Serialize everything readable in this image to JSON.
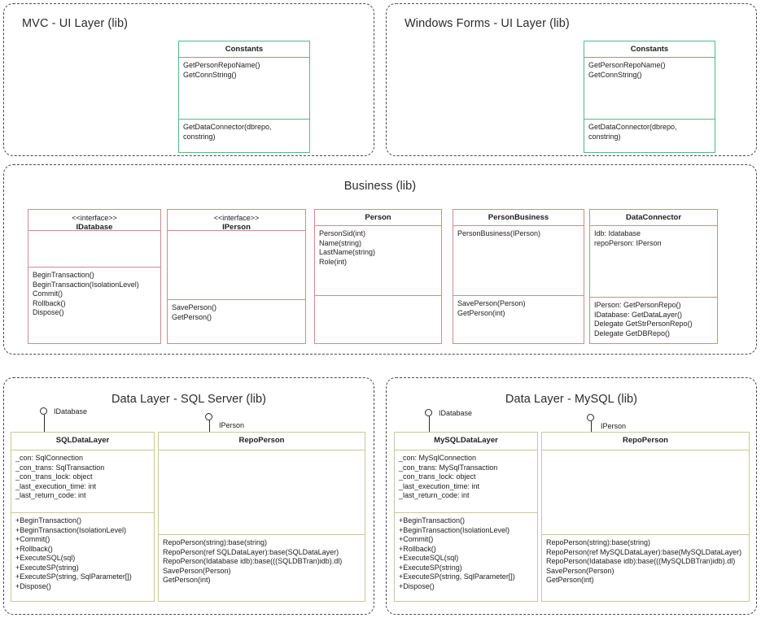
{
  "diagram": {
    "type": "uml-class-diagram",
    "accent_colors": {
      "panel_border": "#4a4a4a",
      "ui_layer_class": "#58b78b",
      "business_layer_class": "#cc8d8d",
      "data_layer_class": "#c8c89a"
    }
  },
  "packages": [
    {
      "id": "mvc_ui",
      "title": "MVC - UI Layer (lib)",
      "classes": [
        {
          "id": "constants_mvc",
          "name": "Constants",
          "stereotype": "",
          "attributes": [
            "GetPersonRepoName()",
            "GetConnString()"
          ],
          "operations": [
            "GetDataConnector(dbrepo,",
            "constring)"
          ]
        }
      ]
    },
    {
      "id": "winforms_ui",
      "title": "Windows Forms - UI Layer (lib)",
      "classes": [
        {
          "id": "constants_wf",
          "name": "Constants",
          "stereotype": "",
          "attributes": [
            "GetPersonRepoName()",
            "GetConnString()"
          ],
          "operations": [
            "GetDataConnector(dbrepo,",
            "constring)"
          ]
        }
      ]
    },
    {
      "id": "business",
      "title": "Business (lib)",
      "classes": [
        {
          "id": "idatabase",
          "name": "IDatabase",
          "stereotype": "<<interface>>",
          "attributes": [],
          "operations": [
            "BeginTransaction()",
            "BeginTransaction(IsolationLevel)",
            "Commit()",
            "Rollback()",
            "Dispose()"
          ]
        },
        {
          "id": "iperson",
          "name": "IPerson",
          "stereotype": "<<interface>>",
          "attributes": [],
          "operations": [
            "SavePerson()",
            "GetPerson()"
          ]
        },
        {
          "id": "person",
          "name": "Person",
          "stereotype": "",
          "attributes": [
            "PersonSid(int)",
            "Name(string)",
            "LastName(string)",
            "Role(int)"
          ],
          "operations": []
        },
        {
          "id": "personbusiness",
          "name": "PersonBusiness",
          "stereotype": "",
          "attributes": [
            "PersonBusiness(IPerson)"
          ],
          "operations": [
            "SavePerson(Person)",
            "GetPerson(int)"
          ]
        },
        {
          "id": "dataconnector",
          "name": "DataConnector",
          "stereotype": "",
          "attributes": [
            "Idb: Idatabase",
            "repoPerson: IPerson"
          ],
          "operations": [
            "IPerson: GetPersonRepo()",
            "IDatabase: GetDataLayer()",
            "Delegate GetStrPersonRepo()",
            "Delegate GetDBRepo()"
          ]
        }
      ]
    },
    {
      "id": "datalayer_sql",
      "title": "Data Layer - SQL Server (lib)",
      "lollipops": [
        {
          "id": "ll_idatabase_sql",
          "label": "IDatabase"
        },
        {
          "id": "ll_iperson_sql",
          "label": "IPerson"
        }
      ],
      "classes": [
        {
          "id": "sqldatalayer",
          "name": "SQLDataLayer",
          "stereotype": "",
          "attributes": [
            "_con: SqlConnection",
            "_con_trans: SqlTransaction",
            "_con_trans_lock: object",
            "_last_execution_time: int",
            "_last_return_code: int"
          ],
          "operations": [
            "+BeginTransaction()",
            "+BeginTransaction(IsolationLevel)",
            "+Commit()",
            "+Rollback()",
            "+ExecuteSQL(sql)",
            "+ExecuteSP(string)",
            "+ExecuteSP(string, SqlParameter[])",
            "+Dispose()"
          ]
        },
        {
          "id": "repoperson_sql",
          "name": "RepoPerson",
          "stereotype": "",
          "attributes": [],
          "operations": [
            "RepoPerson(string):base(string)",
            "RepoPerson(ref SQLDataLayer):base(SQLDataLayer)",
            "RepoPerson(Idatabase idb):base(((SQLDBTran)idb).dl)",
            "SavePerson(Person)",
            "GetPerson(int)"
          ]
        }
      ]
    },
    {
      "id": "datalayer_mysql",
      "title": "Data Layer - MySQL (lib)",
      "lollipops": [
        {
          "id": "ll_idatabase_mysql",
          "label": "IDatabase"
        },
        {
          "id": "ll_iperson_mysql",
          "label": "IPerson"
        }
      ],
      "classes": [
        {
          "id": "mysqldatalayer",
          "name": "MySQLDataLayer",
          "stereotype": "",
          "attributes": [
            "_con: MySqlConnection",
            "_con_trans: MySqlTransaction",
            "_con_trans_lock: object",
            "_last_execution_time: int",
            "_last_return_code: int"
          ],
          "operations": [
            "+BeginTransaction()",
            "+BeginTransaction(IsolationLevel)",
            "+Commit()",
            "+Rollback()",
            "+ExecuteSQL(sql)",
            "+ExecuteSP(string)",
            "+ExecuteSP(string, SqlParameter[])",
            "+Dispose()"
          ]
        },
        {
          "id": "repoperson_mysql",
          "name": "RepoPerson",
          "stereotype": "",
          "attributes": [],
          "operations": [
            "RepoPerson(string):base(string)",
            "RepoPerson(ref MySQLDataLayer):base(MySQLDataLayer)",
            "RepoPerson(Idatabase idb):base(((MySQLDBTran)idb).dl)",
            "SavePerson(Person)",
            "GetPerson(int)"
          ]
        }
      ]
    }
  ]
}
